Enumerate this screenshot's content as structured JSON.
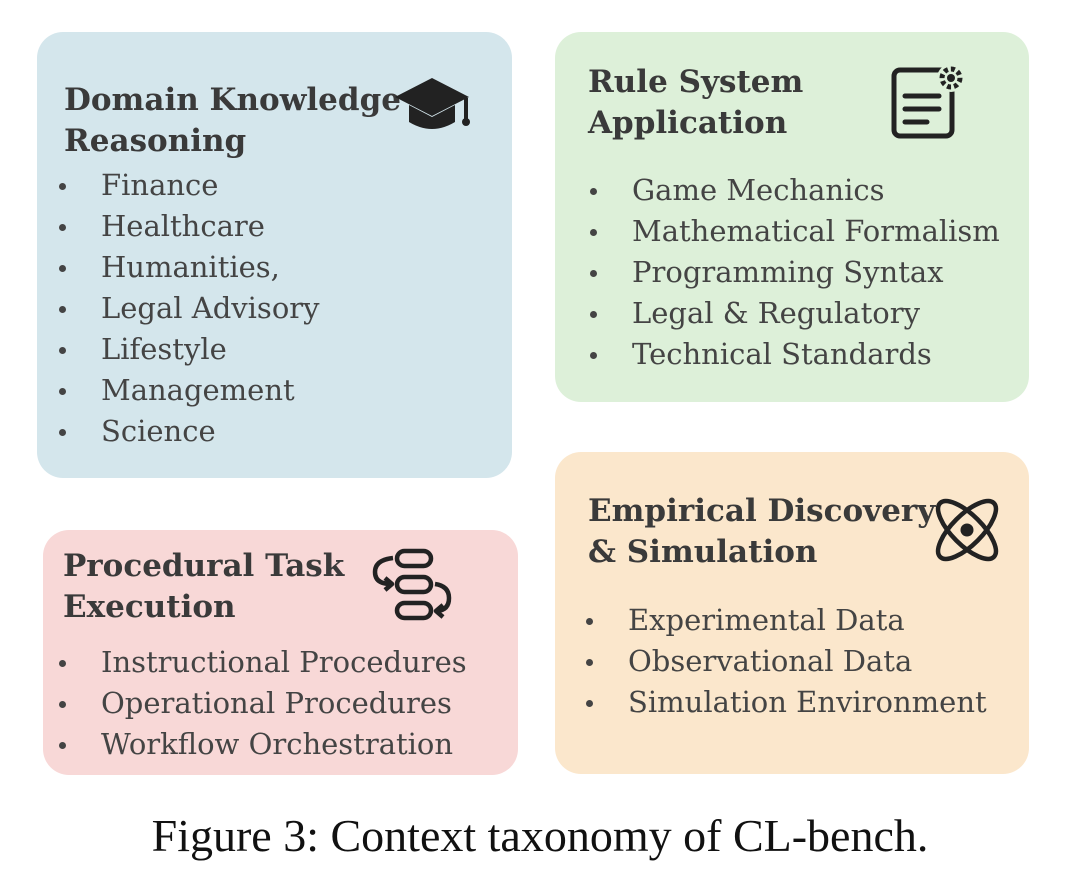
{
  "colors": {
    "domain_bg": "#d4e6ec",
    "rule_bg": "#ddf0d9",
    "procedural_bg": "#f8d8d7",
    "empirical_bg": "#fbe7cc",
    "text": "#444444",
    "icon": "#222222"
  },
  "cards": {
    "domain": {
      "title_line1": "Domain Knowledge",
      "title_line2": "Reasoning",
      "icon": "graduation-cap-icon",
      "items": [
        "Finance",
        "Healthcare",
        "Humanities,",
        "Legal Advisory",
        "Lifestyle",
        "Management",
        "Science"
      ]
    },
    "rule": {
      "title_line1": "Rule System",
      "title_line2": "Application",
      "icon": "document-gear-icon",
      "items": [
        "Game Mechanics",
        "Mathematical Formalism",
        "Programming Syntax",
        "Legal & Regulatory",
        "Technical Standards"
      ]
    },
    "procedural": {
      "title_line1": "Procedural Task",
      "title_line2": "Execution",
      "icon": "workflow-icon",
      "items": [
        "Instructional Procedures",
        "Operational Procedures",
        "Workflow Orchestration"
      ]
    },
    "empirical": {
      "title_line1": "Empirical Discovery",
      "title_line2": "& Simulation",
      "icon": "atom-icon",
      "items": [
        "Experimental Data",
        "Observational Data",
        "Simulation Environment"
      ]
    }
  },
  "caption": "Figure 3: Context taxonomy of CL-bench."
}
